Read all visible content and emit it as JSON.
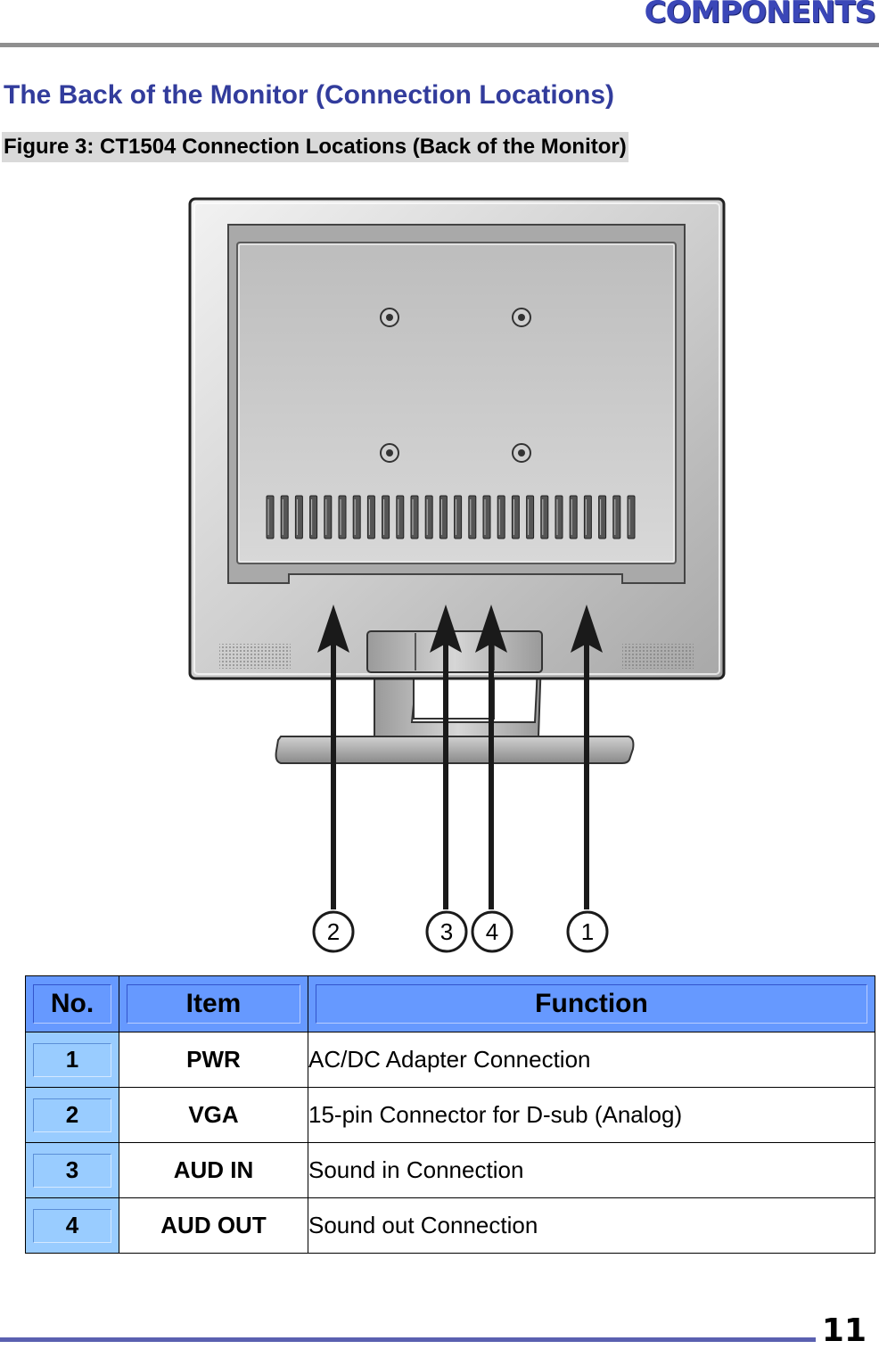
{
  "header": {
    "title": "COMPONENTS"
  },
  "section": {
    "title": "The Back of the Monitor (Connection Locations)"
  },
  "figure": {
    "caption": "Figure 3: CT1504 Connection Locations (Back of the Monitor)",
    "callouts": [
      "2",
      "3",
      "4",
      "1"
    ]
  },
  "table": {
    "headers": {
      "no": "No.",
      "item": "Item",
      "function": "Function"
    },
    "rows": [
      {
        "no": "1",
        "item": "PWR",
        "function": "AC/DC Adapter Connection"
      },
      {
        "no": "2",
        "item": "VGA",
        "function": "15-pin Connector for D-sub (Analog)"
      },
      {
        "no": "3",
        "item": "AUD IN",
        "function": "Sound in Connection"
      },
      {
        "no": "4",
        "item": "AUD OUT",
        "function": "Sound out Connection"
      }
    ]
  },
  "footer": {
    "page_number": "11"
  },
  "colors": {
    "title_blue": "#323c9c",
    "header_blue": "#6699ff",
    "no_cell_blue": "#99ccff"
  }
}
